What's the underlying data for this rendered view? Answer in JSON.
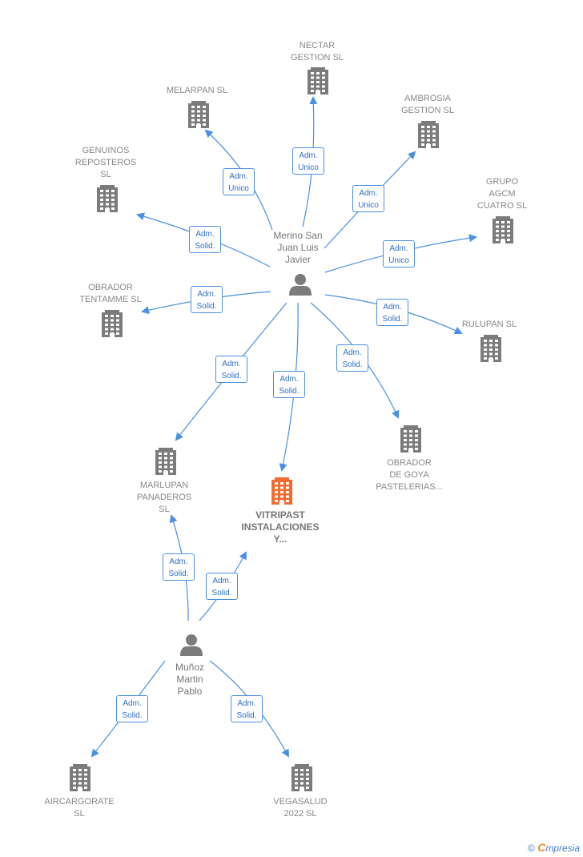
{
  "colors": {
    "edge": "#4a90e2",
    "company": "#7b7b7b",
    "focus_company": "#f26b2f",
    "person": "#7b7b7b"
  },
  "people": [
    {
      "id": "merino",
      "label": "Merino San\nJuan Luis\nJavier"
    },
    {
      "id": "munoz",
      "label": "Muñoz\nMartin\nPablo"
    }
  ],
  "companies": [
    {
      "id": "nectar",
      "label": "NECTAR\nGESTION  SL"
    },
    {
      "id": "melarpan",
      "label": "MELARPAN  SL"
    },
    {
      "id": "ambrosia",
      "label": "AMBROSIA\nGESTION  SL"
    },
    {
      "id": "genuinos",
      "label": "GENUINOS\nREPOSTEROS\nSL"
    },
    {
      "id": "grupo",
      "label": "GRUPO\nAGCM\nCUATRO  SL"
    },
    {
      "id": "tentamme",
      "label": "OBRADOR\nTENTAMME SL"
    },
    {
      "id": "rulupan",
      "label": "RULUPAN SL"
    },
    {
      "id": "goya",
      "label": "OBRADOR\nDE GOYA\nPASTELERIAS..."
    },
    {
      "id": "marlupan",
      "label": "MARLUPAN\nPANADEROS\nSL"
    },
    {
      "id": "vitripast",
      "label": "VITRIPAST\nINSTALACIONES\nY...",
      "focus": true
    },
    {
      "id": "aircargorate",
      "label": "AIRCARGORATE\nSL"
    },
    {
      "id": "vegasalud",
      "label": "VEGASALUD\n2022  SL"
    }
  ],
  "edges": [
    {
      "from": "merino",
      "to": "nectar",
      "label": "Adm.\nUnico"
    },
    {
      "from": "merino",
      "to": "melarpan",
      "label": "Adm.\nUnico"
    },
    {
      "from": "merino",
      "to": "ambrosia",
      "label": "Adm.\nUnico"
    },
    {
      "from": "merino",
      "to": "genuinos",
      "label": "Adm.\nSolid."
    },
    {
      "from": "merino",
      "to": "grupo",
      "label": "Adm.\nUnico"
    },
    {
      "from": "merino",
      "to": "tentamme",
      "label": "Adm.\nSolid."
    },
    {
      "from": "merino",
      "to": "rulupan",
      "label": "Adm.\nSolid."
    },
    {
      "from": "merino",
      "to": "goya",
      "label": "Adm.\nSolid."
    },
    {
      "from": "merino",
      "to": "marlupan",
      "label": "Adm.\nSolid."
    },
    {
      "from": "merino",
      "to": "vitripast",
      "label": "Adm.\nSolid."
    },
    {
      "from": "munoz",
      "to": "marlupan",
      "label": "Adm.\nSolid."
    },
    {
      "from": "munoz",
      "to": "vitripast",
      "label": "Adm.\nSolid."
    },
    {
      "from": "munoz",
      "to": "aircargorate",
      "label": "Adm.\nSolid."
    },
    {
      "from": "munoz",
      "to": "vegasalud",
      "label": "Adm.\nSolid."
    }
  ],
  "footer": {
    "copyright": "©",
    "brand_first": "C",
    "brand_rest": "mpresia"
  }
}
